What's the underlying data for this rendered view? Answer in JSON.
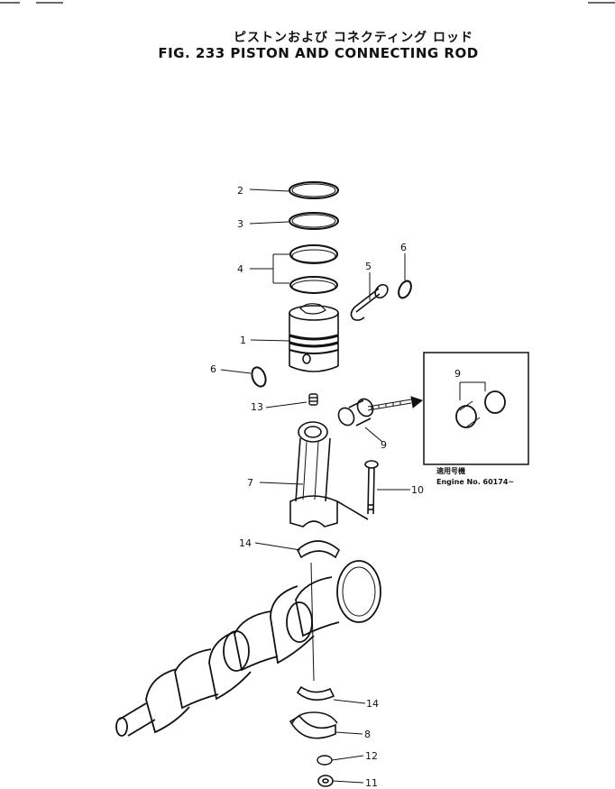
{
  "header": {
    "title_jp": "ピストンおよび コネクティング ロッド",
    "title": "FIG. 233  PISTON AND CONNECTING ROD"
  },
  "inset": {
    "note_jp": "適用号機",
    "note": "Engine No. 60174~"
  },
  "callouts": [
    {
      "id": "c1",
      "label": "1"
    },
    {
      "id": "c2",
      "label": "2"
    },
    {
      "id": "c3",
      "label": "3"
    },
    {
      "id": "c4",
      "label": "4"
    },
    {
      "id": "c5",
      "label": "5"
    },
    {
      "id": "c6a",
      "label": "6"
    },
    {
      "id": "c6b",
      "label": "6"
    },
    {
      "id": "c7",
      "label": "7"
    },
    {
      "id": "c8",
      "label": "8"
    },
    {
      "id": "c9a",
      "label": "9"
    },
    {
      "id": "c9b",
      "label": "9"
    },
    {
      "id": "c10",
      "label": "10"
    },
    {
      "id": "c11",
      "label": "11"
    },
    {
      "id": "c12",
      "label": "12"
    },
    {
      "id": "c13",
      "label": "13"
    },
    {
      "id": "c14a",
      "label": "14"
    },
    {
      "id": "c14b",
      "label": "14"
    }
  ]
}
